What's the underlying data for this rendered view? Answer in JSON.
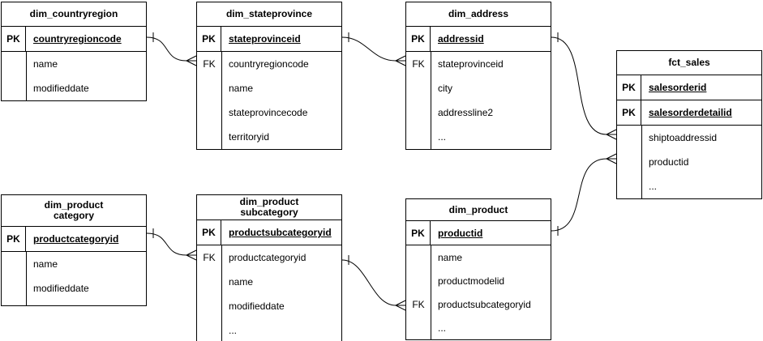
{
  "colors": {
    "line": "#000000",
    "text": "#000000",
    "background": "#ffffff"
  },
  "tables": [
    {
      "title": [
        "dim_countryregion"
      ],
      "pk_rows": [
        {
          "label": "PK",
          "name": "countryregioncode"
        }
      ],
      "attr_rows": [
        {
          "label": "",
          "name": "name"
        },
        {
          "label": "",
          "name": "modifieddate"
        }
      ]
    },
    {
      "title": [
        "dim_stateprovince"
      ],
      "pk_rows": [
        {
          "label": "PK",
          "name": "stateprovinceid"
        }
      ],
      "attr_rows": [
        {
          "label": "FK",
          "name": "countryregioncode"
        },
        {
          "label": "",
          "name": "name"
        },
        {
          "label": "",
          "name": "stateprovincecode"
        },
        {
          "label": "",
          "name": "territoryid"
        }
      ]
    },
    {
      "title": [
        "dim_address"
      ],
      "pk_rows": [
        {
          "label": "PK",
          "name": "addressid"
        }
      ],
      "attr_rows": [
        {
          "label": "FK",
          "name": "stateprovinceid"
        },
        {
          "label": "",
          "name": "city"
        },
        {
          "label": "",
          "name": "addressline2"
        },
        {
          "label": "",
          "name": "..."
        }
      ]
    },
    {
      "title": [
        "fct_sales"
      ],
      "pk_rows": [
        {
          "label": "PK",
          "name": "salesorderid"
        },
        {
          "label": "PK",
          "name": "salesorderdetailid"
        }
      ],
      "attr_rows": [
        {
          "label": "",
          "name": "shiptoaddressid"
        },
        {
          "label": "",
          "name": "productid"
        },
        {
          "label": "",
          "name": "..."
        }
      ]
    },
    {
      "title": [
        "dim_product",
        "category"
      ],
      "pk_rows": [
        {
          "label": "PK",
          "name": "productcategoryid"
        }
      ],
      "attr_rows": [
        {
          "label": "",
          "name": "name"
        },
        {
          "label": "",
          "name": "modifieddate"
        }
      ]
    },
    {
      "title": [
        "dim_product",
        "subcategory"
      ],
      "pk_rows": [
        {
          "label": "PK",
          "name": "productsubcategoryid"
        }
      ],
      "attr_rows": [
        {
          "label": "FK",
          "name": "productcategoryid"
        },
        {
          "label": "",
          "name": "name"
        },
        {
          "label": "",
          "name": "modifieddate"
        },
        {
          "label": "",
          "name": "..."
        }
      ]
    },
    {
      "title": [
        "dim_product"
      ],
      "pk_rows": [
        {
          "label": "PK",
          "name": "productid"
        }
      ],
      "attr_rows": [
        {
          "label": "",
          "name": "name"
        },
        {
          "label": "",
          "name": "productmodelid"
        },
        {
          "label": "FK",
          "name": "productsubcategoryid"
        },
        {
          "label": "",
          "name": "..."
        }
      ]
    }
  ],
  "relationships": [
    {
      "from_table": "dim_countryregion",
      "from_column": "countryregioncode",
      "to_table": "dim_stateprovince",
      "to_column": "countryregioncode",
      "cardinality": "one-to-many"
    },
    {
      "from_table": "dim_stateprovince",
      "from_column": "stateprovinceid",
      "to_table": "dim_address",
      "to_column": "stateprovinceid",
      "cardinality": "one-to-many"
    },
    {
      "from_table": "dim_address",
      "from_column": "addressid",
      "to_table": "fct_sales",
      "to_column": "shiptoaddressid",
      "cardinality": "one-to-many"
    },
    {
      "from_table": "dim_product",
      "from_column": "productid",
      "to_table": "fct_sales",
      "to_column": "productid",
      "cardinality": "one-to-many"
    },
    {
      "from_table": "dim_product category",
      "from_column": "productcategoryid",
      "to_table": "dim_product subcategory",
      "to_column": "productcategoryid",
      "cardinality": "one-to-many"
    },
    {
      "from_table": "dim_product subcategory",
      "from_column": "productsubcategoryid",
      "to_table": "dim_product",
      "to_column": "productsubcategoryid",
      "cardinality": "one-to-many"
    }
  ]
}
